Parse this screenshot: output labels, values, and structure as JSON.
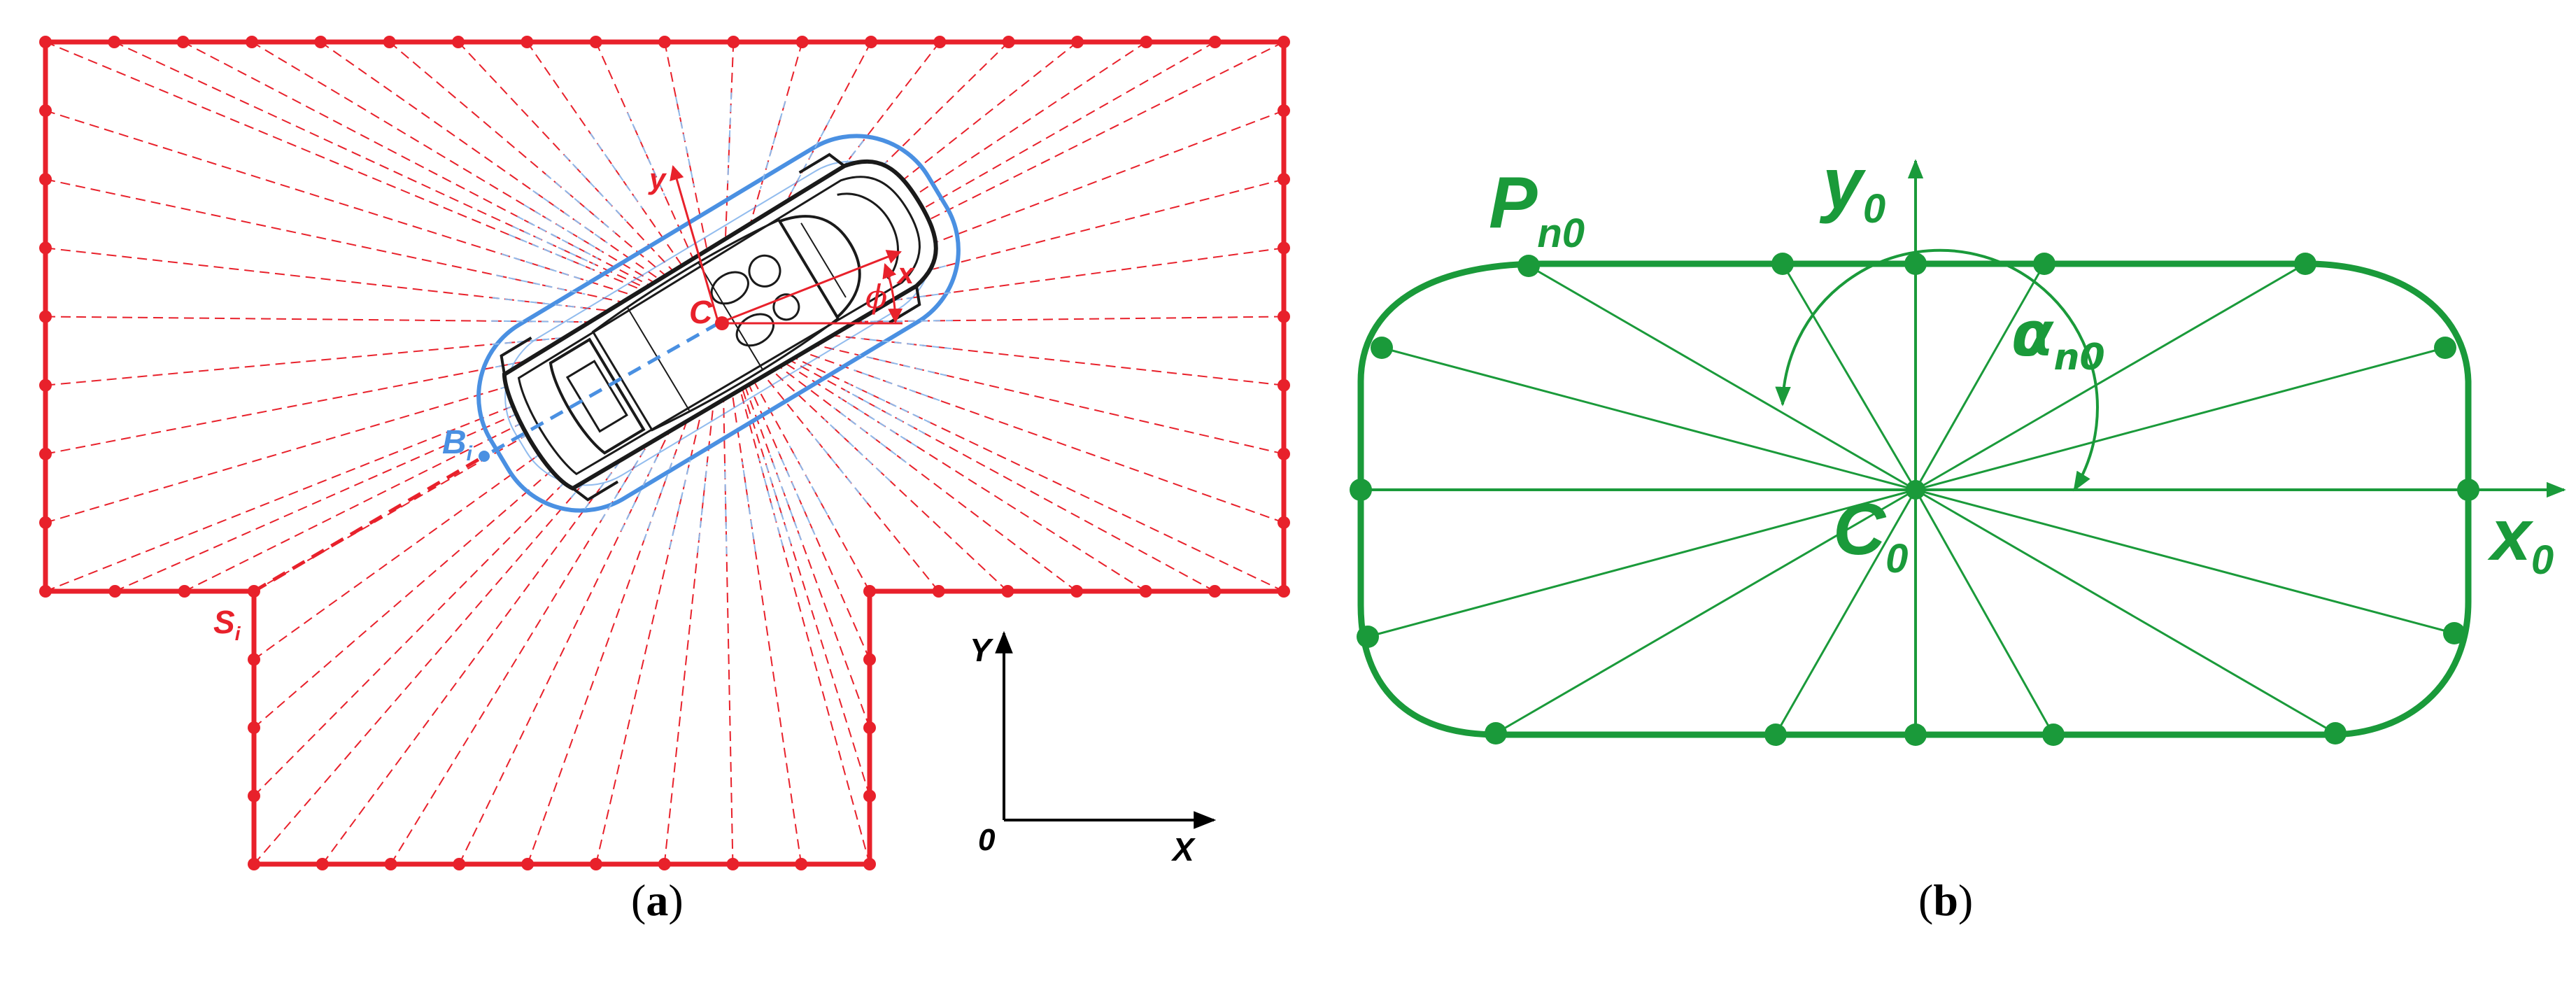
{
  "panel_a": {
    "caption_open": "(",
    "caption_letter": "a",
    "caption_close": ")",
    "label_si_main": "S",
    "label_si_sub": "i",
    "label_bi_main": "B",
    "label_bi_sub": "i",
    "label_c": "C",
    "label_x_local": "x",
    "label_y_local": "y",
    "label_phi": "ϕ",
    "axis_Y": "Y",
    "axis_X": "X",
    "axis_origin": "0",
    "colors": {
      "boundary": "#e8212b",
      "envelope": "#4a90e2",
      "car": "#1a1a1a"
    }
  },
  "panel_b": {
    "caption_open": "(",
    "caption_letter": "b",
    "caption_close": ")",
    "label_p_main": "P",
    "label_p_sub": "n0",
    "label_y0_main": "y",
    "label_y0_sub": "0",
    "label_x0_main": "x",
    "label_x0_sub": "0",
    "label_c0_main": "C",
    "label_c0_sub": "0",
    "label_alpha_main": "α",
    "label_alpha_sub": "n0",
    "colors": {
      "shape": "#1a9a3a"
    }
  }
}
